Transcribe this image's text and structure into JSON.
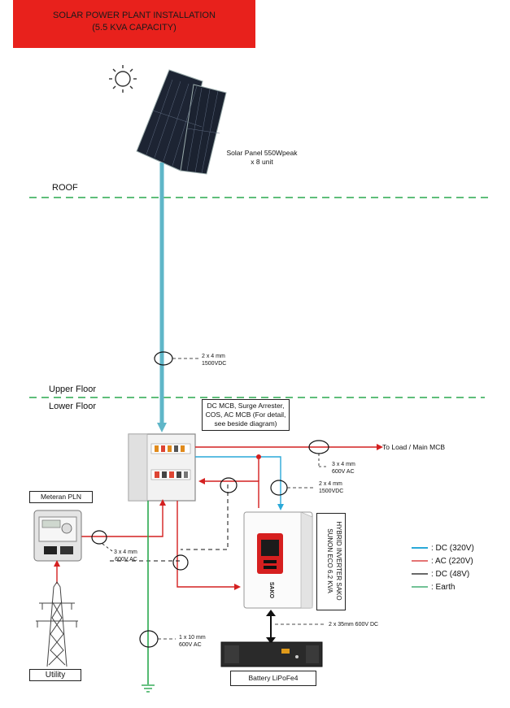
{
  "title": {
    "line1": "SOLAR POWER PLANT INSTALLATION",
    "line2": "(5.5 KVA CAPACITY)"
  },
  "panel": {
    "line1": "Solar Panel 550Wpeak",
    "line2": "x 8 unit"
  },
  "floors": {
    "roof": "ROOF",
    "upper": "Upper Floor",
    "lower": "Lower Floor"
  },
  "cables": {
    "dc_pv": {
      "line1": "2 x 4 mm",
      "line2": "1500VDC"
    },
    "load": {
      "line1": "3 x 4 mm",
      "line2": "600V AC"
    },
    "dc_inv": {
      "line1": "2 x 4 mm",
      "line2": "1500VDC"
    },
    "pln": {
      "line1": "3 x 4 mm",
      "line2": "600V AC"
    },
    "battery": "2 x 35mm 600V DC",
    "earth": {
      "line1": "1 x 10 mm",
      "line2": "600V AC"
    }
  },
  "panel_box_label": "DC MCB, Surge Arrester, COS, AC MCB (For detail, see beside diagram)",
  "to_load": "To Load / Main MCB",
  "meter_label": "Meteran PLN",
  "utility_label": "Utility",
  "inverter": {
    "label_line1": "HYBRID INVERTER SAKO",
    "label_line2": "SUNON ECO 6.2 KVA",
    "brand": "SAKO"
  },
  "battery_label": "Battery LiPoFe4",
  "legend": [
    {
      "label": ": DC (320V)",
      "color": "#2aa9d8"
    },
    {
      "label": ": AC (220V)",
      "color": "#d42020"
    },
    {
      "label": ": DC (48V)",
      "color": "#111111"
    },
    {
      "label": ": Earth",
      "color": "#1f9e57"
    }
  ],
  "colors": {
    "title_bg": "#e8211c",
    "dc_line": "#5fb6c8",
    "ac_line": "#d42020",
    "earth_line": "#2aa84f",
    "floor_line": "#2aa84f"
  }
}
